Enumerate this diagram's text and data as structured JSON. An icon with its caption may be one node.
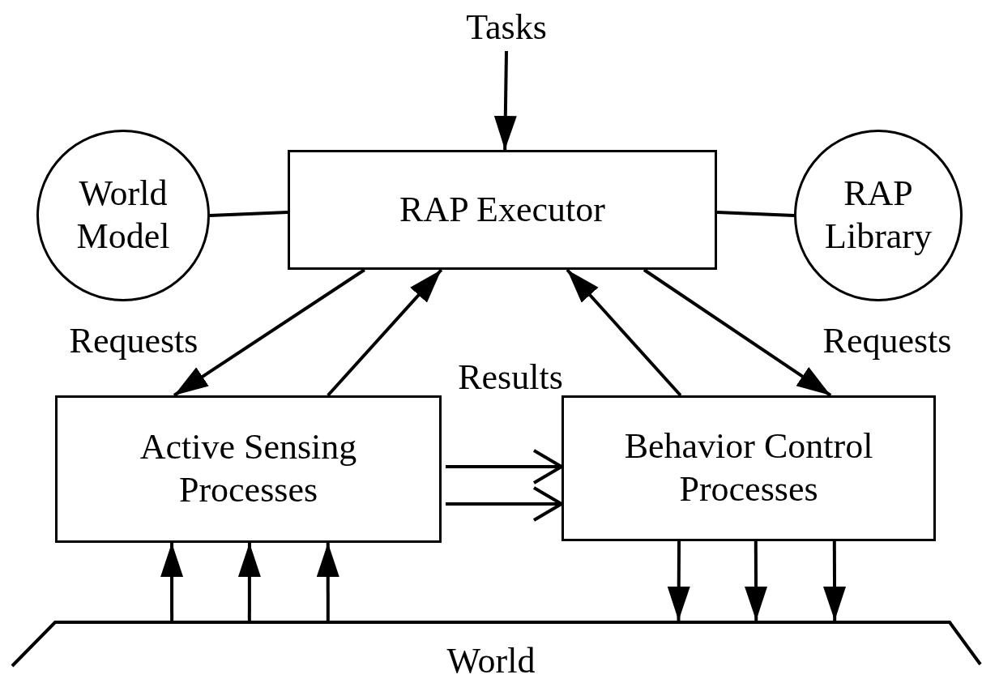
{
  "diagram": {
    "nodes": [
      {
        "text": [
          "Tasks"
        ]
      },
      {
        "text": [
          "World Model"
        ]
      },
      {
        "text": [
          "RAP Executor"
        ]
      },
      {
        "text": [
          "RAP Library"
        ]
      },
      {
        "text": [
          "Active Sensing Processes"
        ]
      },
      {
        "text": [
          "Behavior Control Processes"
        ]
      },
      {
        "text": [
          "World"
        ]
      }
    ],
    "edges": [
      {
        "from": 0,
        "to": 2,
        "arrow": "to"
      },
      {
        "from": 1,
        "to": 2,
        "arrow": "none"
      },
      {
        "from": 2,
        "to": 3,
        "arrow": "none"
      },
      {
        "from": 2,
        "to": 4,
        "arrow": "to"
      },
      {
        "from": 4,
        "to": 2,
        "arrow": "to"
      },
      {
        "from": 5,
        "to": 2,
        "arrow": "to"
      },
      {
        "from": 2,
        "to": 5,
        "arrow": "to"
      },
      {
        "from": 4,
        "to": 5,
        "arrow": "to"
      },
      {
        "from": 4,
        "to": 5,
        "arrow": "to"
      },
      {
        "from": 6,
        "to": 4,
        "arrow": "to"
      },
      {
        "from": 6,
        "to": 4,
        "arrow": "to"
      },
      {
        "from": 6,
        "to": 4,
        "arrow": "to"
      },
      {
        "from": 5,
        "to": 6,
        "arrow": "to"
      },
      {
        "from": 5,
        "to": 6,
        "arrow": "to"
      },
      {
        "from": 5,
        "to": 6,
        "arrow": "to"
      }
    ],
    "labels": [
      "Requests",
      "Results",
      "Requests"
    ]
  }
}
